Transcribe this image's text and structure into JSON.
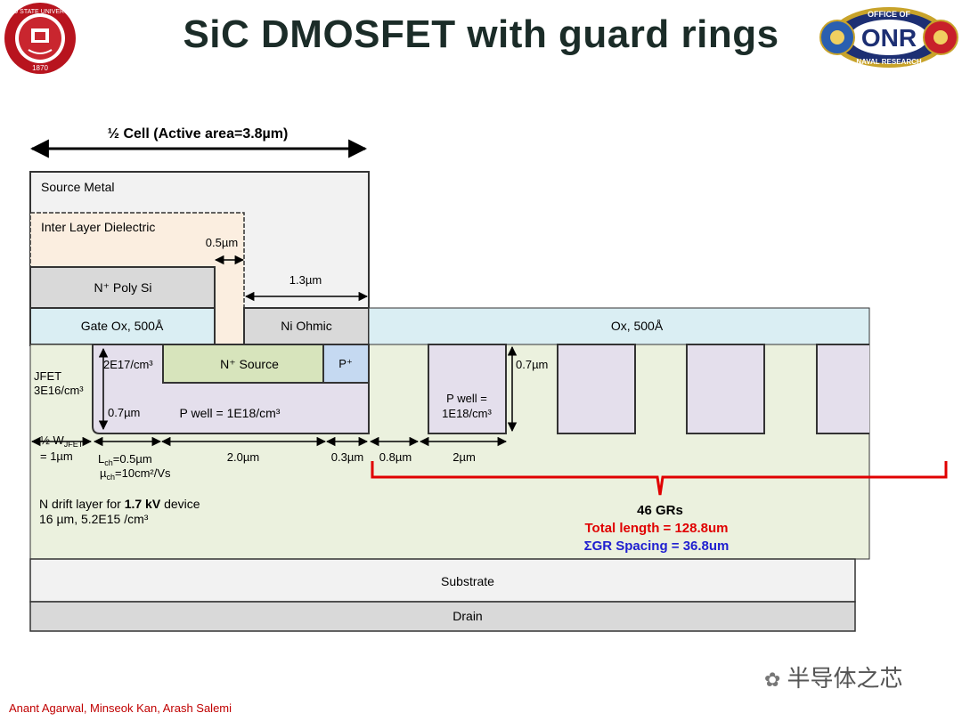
{
  "title": "SiC DMOSFET with guard rings",
  "logos": {
    "left_text": "OHIO STATE UNIVERSITY",
    "left_year": "1870",
    "right_top": "OFFICE OF",
    "right_mid": "ONR",
    "right_bottom": "NAVAL RESEARCH"
  },
  "diagram": {
    "half_cell": "½ Cell (Active area=3.8µm)",
    "source_metal": "Source Metal",
    "ild": "Inter Layer  Dielectric",
    "dim_05": "0.5µm",
    "dim_13": "1.3µm",
    "poly": "N⁺ Poly Si",
    "gate_ox": "Gate Ox, 500Å",
    "ni_ohmic": "Ni Ohmic",
    "ox": "Ox, 500Å",
    "jfet_a": "JFET",
    "jfet_b": "3E16/cm³",
    "dop_2e17": "2E17/cm³",
    "dim_07a": "0.7µm",
    "n_source": "N⁺ Source",
    "p_plus": "P⁺",
    "p_well": "P well = 1E18/cm³",
    "gr_dim_07": "0.7µm",
    "gr_pwell_a": "P well =",
    "gr_pwell_b": "1E18/cm³",
    "wjfet_a": "½ W",
    "wjfet_sub": "JFET",
    "wjfet_b": "= 1µm",
    "lch_a": "L",
    "lch_sub": "ch",
    "lch_b": "=0.5µm",
    "mu_a": "µ",
    "mu_sub": "ch",
    "mu_b": "=10cm²/Vs",
    "dim_20": "2.0µm",
    "dim_03": "0.3µm",
    "dim_08": "0.8µm",
    "dim_2": "2µm",
    "drift_a": "N drift layer for ",
    "drift_bold": "1.7 kV",
    "drift_c": " device",
    "drift_line2": "16 µm, 5.2E15 /cm³",
    "gr_count": "46 GRs",
    "gr_total": "Total length = 128.8um",
    "gr_spacing": "ΣGR Spacing = 36.8um",
    "substrate": "Substrate",
    "drain": "Drain"
  },
  "colors": {
    "metal": "#f2f2f2",
    "ild": "#fbeee0",
    "poly": "#d9d9d9",
    "ox": "#daeef3",
    "pwell": "#e4dfec",
    "nsource": "#d7e4bc",
    "pplus": "#c5d9f1",
    "drift": "#ebf1de",
    "substrate": "#f2f2f2",
    "drain": "#d9d9d9",
    "red": "#e00000",
    "blue": "#1f1fd0"
  },
  "footer": "Anant Agarwal, Minseok Kan, Arash Salemi",
  "watermark": "半导体之芯"
}
